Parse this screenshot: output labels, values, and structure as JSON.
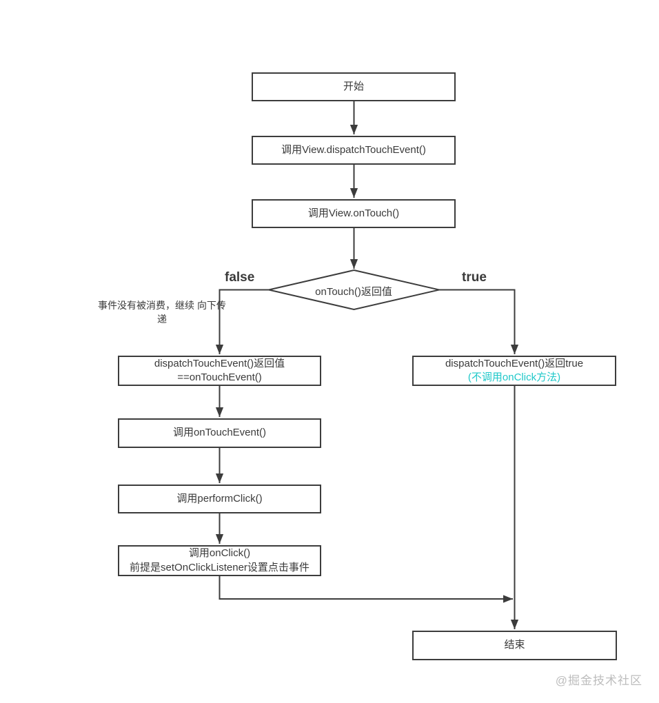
{
  "colors": {
    "line": "#3c3c3c",
    "text": "#3a3a3a",
    "accent_cyan": "#1fc8c9",
    "watermark": "#bdbdbd",
    "background": "#ffffff"
  },
  "flowchart": {
    "start": {
      "label": "开始"
    },
    "dispatch_touch_event": {
      "label": "调用View.dispatchTouchEvent()"
    },
    "on_touch": {
      "label": "调用View.onTouch()"
    },
    "decision": {
      "label": "onTouch()返回值"
    },
    "branch_false": {
      "label": "false"
    },
    "branch_true": {
      "label": "true"
    },
    "annotation": {
      "line1": "事件没有被消费，继续",
      "line2": "向下传递"
    },
    "return_equals": {
      "line1": "dispatchTouchEvent()返回值",
      "line2": "==onTouchEvent()"
    },
    "on_touch_event": {
      "label": "调用onTouchEvent()"
    },
    "perform_click": {
      "label": "调用performClick()"
    },
    "on_click": {
      "line1": "调用onClick()",
      "line2": "前提是setOnClickListener设置点击事件"
    },
    "return_true": {
      "line1": "dispatchTouchEvent()返回true",
      "line2": "(不调用onClick方法)"
    },
    "end": {
      "label": "结束"
    }
  },
  "watermark": "@掘金技术社区"
}
